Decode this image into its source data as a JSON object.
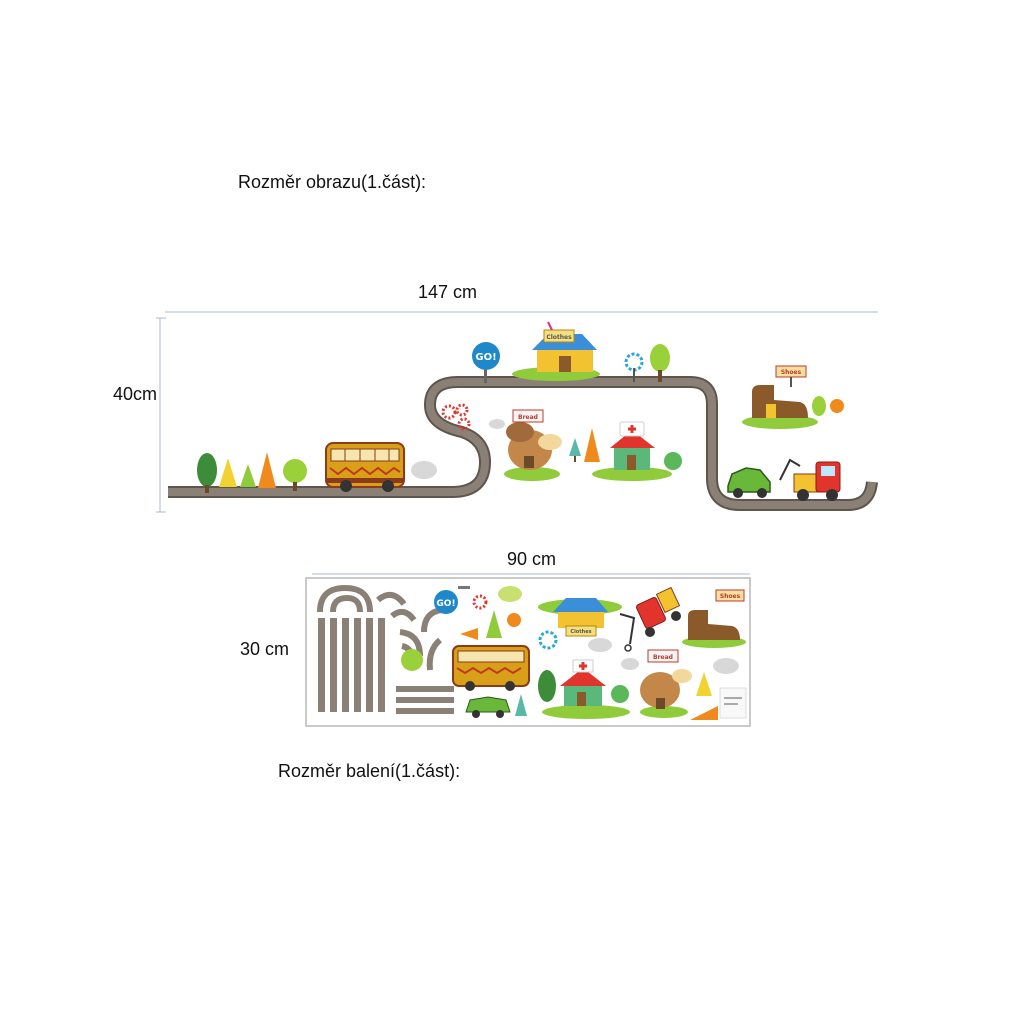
{
  "labels": {
    "image_size_title": "Rozměr obrazu(1.část):",
    "image_width": "147 cm",
    "image_height": "40cm",
    "package_width": "90 cm",
    "package_height": "30 cm",
    "package_size_title": "Rozměr balení(1.část):"
  },
  "signs": {
    "go": "GO!",
    "clothes": "Clothes",
    "shoes": "Shoes",
    "bread": "Bread"
  },
  "colors": {
    "road": "#8a8076",
    "road_edge": "#5e554d",
    "dimension_line": "#a8b8d0",
    "bus": "#d8a018",
    "go_sign": "#1e88c8",
    "tree_green": "#3d8c3a",
    "tree_lime": "#8fcb3a",
    "tree_orange": "#f08a1c"
  }
}
